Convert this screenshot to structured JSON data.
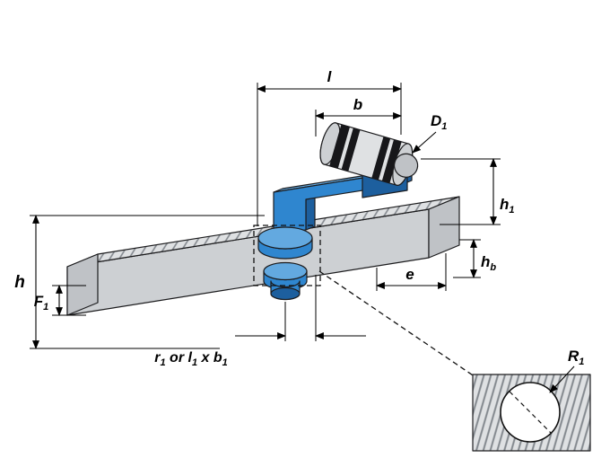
{
  "labels": {
    "l": "l",
    "b": "b",
    "D1": {
      "base": "D",
      "sub": "1"
    },
    "h1": {
      "base": "h",
      "sub": "1"
    },
    "hb": {
      "base": "h",
      "sub": "b"
    },
    "e": "e",
    "h": "h",
    "F1": {
      "base": "F",
      "sub": "1"
    },
    "r1": {
      "p1": "r",
      "s1": "1",
      "p2": " or l",
      "s2": "1",
      "p3": " x b",
      "s3": "1"
    },
    "R1": {
      "base": "R",
      "sub": "1"
    }
  },
  "colors": {
    "blue": "#2f86cf",
    "blue_light": "#63a9e0",
    "blue_dark": "#1d5f9e",
    "steel_light": "#dfe1e3",
    "steel_mid": "#cdd0d3",
    "steel_dark": "#bfc2c6",
    "band_dark": "#17171a",
    "hatch_line": "#83888e",
    "outline": "#1c1c1e",
    "dimension": "#000000",
    "background": "#ffffff"
  }
}
